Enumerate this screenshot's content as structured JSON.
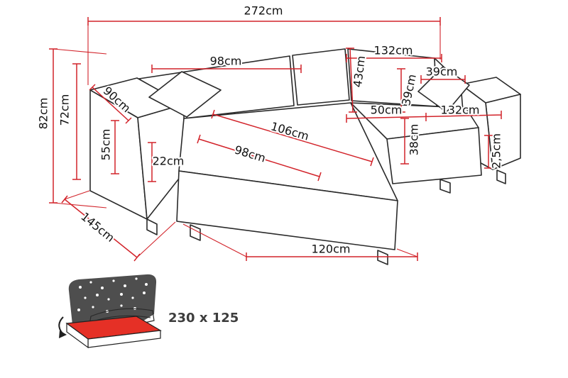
{
  "colors": {
    "dim": "#d2232a",
    "outline": "#2a2a2a",
    "label": "#111111",
    "icon_dark": "#4e4e4e",
    "mattress": "#e53026"
  },
  "dimensions": {
    "overall_width": "272cm",
    "total_height": "82cm",
    "backrest_height": "72cm",
    "armrest_depth": "90cm",
    "armrest_height": "55cm",
    "seat_front_height": "22cm",
    "back_left_width": "98cm",
    "back_right_width": "132cm",
    "back_cushion_height": "43cm",
    "pillow_height": "39cm",
    "pillow_width": "39cm",
    "seat_section_width": "50cm",
    "right_section_width": "132cm",
    "seat_diagonal_depth": "106cm",
    "seat_width": "98cm",
    "seat_cushion_height": "38cm",
    "base_trim_height": "2,5cm",
    "total_depth": "145cm",
    "chaise_length": "120cm"
  },
  "sleeping_area": {
    "size_label": "230 x 125"
  }
}
